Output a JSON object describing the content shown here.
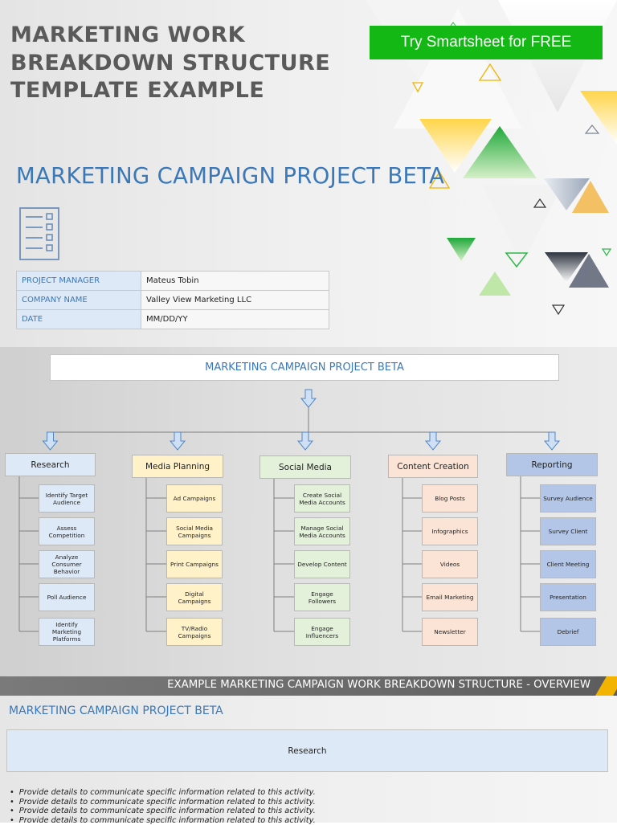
{
  "header": {
    "doc_title": "MARKETING WORK BREAKDOWN STRUCTURE TEMPLATE EXAMPLE",
    "cta_label": "Try Smartsheet for FREE",
    "project_title": "MARKETING CAMPAIGN PROJECT BETA",
    "doc_icon": "checklist-icon"
  },
  "info_table": [
    {
      "label": "PROJECT MANAGER",
      "value": "Mateus Tobin"
    },
    {
      "label": "COMPANY NAME",
      "value": "Valley View Marketing LLC"
    },
    {
      "label": "DATE",
      "value": "MM/DD/YY"
    }
  ],
  "wbs": {
    "root": "MARKETING CAMPAIGN PROJECT BETA",
    "categories": [
      {
        "label": "Research",
        "color": "#dde9f6",
        "items": [
          "Identify Target Audience",
          "Assess Competition",
          "Analyze Consumer Behavior",
          "Poll Audience",
          "Identify Marketing Platforms"
        ]
      },
      {
        "label": "Media Planning",
        "color": "#fff1c8",
        "items": [
          "Ad Campaigns",
          "Social Media Campaigns",
          "Print Campaigns",
          "Digital Campaigns",
          "TV/Radio Campaigns"
        ]
      },
      {
        "label": "Social Media",
        "color": "#e3f0da",
        "items": [
          "Create Social Media Accounts",
          "Manage Social Media Accounts",
          "Develop Content",
          "Engage Followers",
          "Engage Influencers"
        ]
      },
      {
        "label": "Content Creation",
        "color": "#fbe4d5",
        "items": [
          "Blog Posts",
          "Infographics",
          "Videos",
          "Email Marketing",
          "Newsletter"
        ]
      },
      {
        "label": "Reporting",
        "color": "#b3c6e7",
        "items": [
          "Survey Audience",
          "Survey Client",
          "Client Meeting",
          "Presentation",
          "Debrief"
        ]
      }
    ]
  },
  "overview": {
    "bar_title": "EXAMPLE MARKETING CAMPAIGN WORK BREAKDOWN STRUCTURE - OVERVIEW",
    "section_title": "MARKETING CAMPAIGN PROJECT BETA",
    "box_label": "Research",
    "bullets": [
      "Provide details to communicate specific information related to this activity.",
      "Provide details to communicate specific information related to this activity.",
      "Provide details to communicate specific information related to this activity.",
      "Provide details to communicate specific information related to this activity."
    ]
  },
  "colors": {
    "accent_blue": "#3a78b8",
    "cta_green": "#14b814",
    "stripe_yellow": "#f2b400"
  }
}
